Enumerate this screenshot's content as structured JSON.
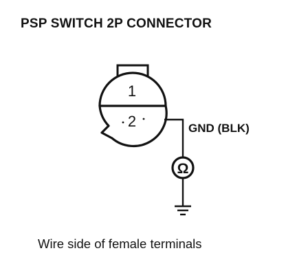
{
  "title": "PSP SWITCH 2P CONNECTOR",
  "connector": {
    "terminal_1": "1",
    "terminal_2": "2"
  },
  "wire_label": "GND (BLK)",
  "meter_symbol": "Ω",
  "caption": "Wire side of female terminals"
}
